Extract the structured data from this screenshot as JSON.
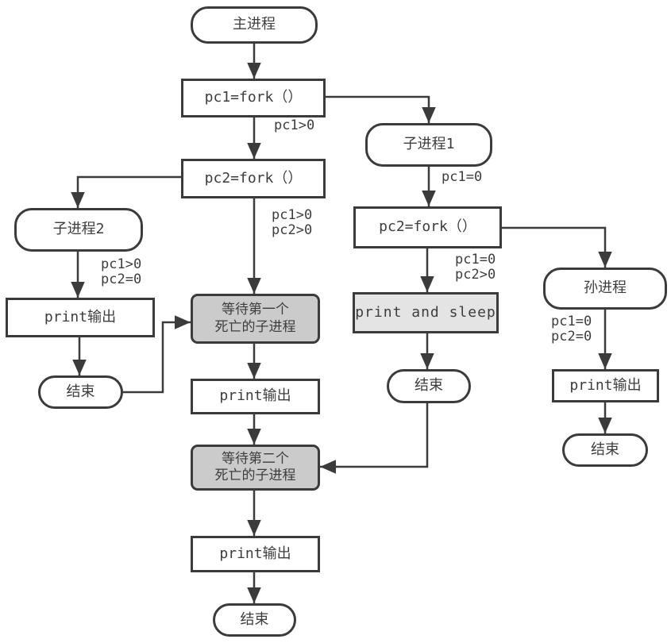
{
  "diagram": {
    "type": "flowchart",
    "colors": {
      "stroke": "#3b3b3b",
      "node_border": "#3b3b3b",
      "node_fill": "#ffffff",
      "wait_fill": "#cbcbcb",
      "sleep_fill": "#e4e4e4",
      "text": "#3d3d3d"
    },
    "nodes": {
      "main": {
        "label": "主进程"
      },
      "fork1": {
        "label": "pc1=fork（）"
      },
      "fork2_left": {
        "label": "pc2=fork（）"
      },
      "child2": {
        "label": "子进程2"
      },
      "print_left": {
        "label": "print输出"
      },
      "end_left": {
        "label": "结束"
      },
      "wait_first": {
        "label": "等待第一个\n死亡的子进程"
      },
      "print_mid": {
        "label": "print输出"
      },
      "wait_second": {
        "label": "等待第二个\n死亡的子进程"
      },
      "print_bottom": {
        "label": "print输出"
      },
      "end_bottom": {
        "label": "结束"
      },
      "child1": {
        "label": "子进程1"
      },
      "fork2_right": {
        "label": "pc2=fork（）"
      },
      "print_sleep": {
        "label": "print and sleep"
      },
      "end_mid_right": {
        "label": "结束"
      },
      "grandchild": {
        "label": "孙进程"
      },
      "print_right": {
        "label": "print输出"
      },
      "end_right": {
        "label": "结束"
      }
    },
    "edge_labels": {
      "after_fork1": "pc1>0",
      "after_fork2_left": "pc1>0\npc2>0",
      "child2_branch": "pc1>0\npc2=0",
      "child1_branch": "pc1=0",
      "after_fork2_right": "pc1=0\npc2>0",
      "grandchild_branch": "pc1=0\npc2=0"
    }
  }
}
